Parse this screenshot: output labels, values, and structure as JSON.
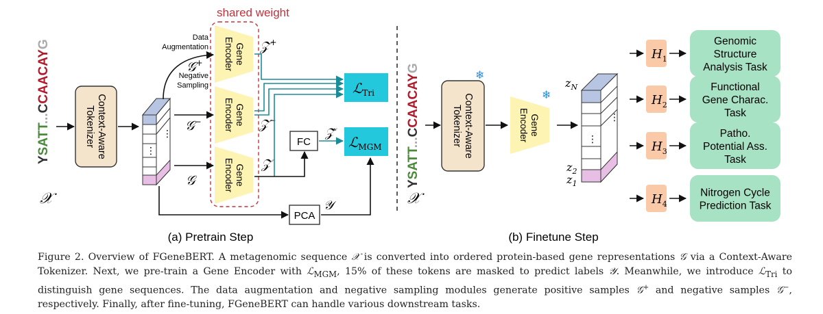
{
  "pretrain": {
    "sequence": {
      "a": "Y",
      "b": "SATT",
      "c": "...",
      "d": "C",
      "e": "CAACAY",
      "f": "G"
    },
    "x_symbol": "𝒳",
    "tokenizer_line1": "Context-Aware",
    "tokenizer_line2": "Tokenizer",
    "shared_weight": "shared weight",
    "data_aug_line1": "Data",
    "data_aug_line2": "Augmentation",
    "neg_samp_line1": "Negative",
    "neg_samp_line2": "Sampling",
    "encoder_line1": "Gene",
    "encoder_line2": "Encoder",
    "g_plus": "𝒢",
    "g_minus": "𝒢",
    "g_plain": "𝒢",
    "plus_sup": "+",
    "minus_sup": "−",
    "z_symbol": "𝒵",
    "z_hat": "𝒵̂",
    "y_symbol": "𝒴",
    "loss_L": "ℒ",
    "loss_tri_sub": "Tri",
    "loss_mgm_sub": "MGM",
    "fc": "FC",
    "pca": "PCA",
    "matrix_dots": "⋮",
    "title": "(a) Pretrain Step"
  },
  "finetune": {
    "sequence": {
      "a": "Y",
      "b": "SATT",
      "c": "...",
      "d": "C",
      "e": "CAACAY",
      "f": "G"
    },
    "x_symbol": "𝒳",
    "tokenizer_line1": "Context-Aware",
    "tokenizer_line2": "Tokenizer",
    "snowflake": "❄",
    "encoder_line1": "Gene",
    "encoder_line2": "Encoder",
    "zN": "z",
    "zN_sub": "N",
    "z2": "z",
    "z2_sub": "2",
    "z1": "z",
    "z1_sub": "1",
    "heads": [
      {
        "label": "H",
        "sub": "1",
        "task": [
          "Genomic",
          "Structure",
          "Analysis Task"
        ]
      },
      {
        "label": "H",
        "sub": "2",
        "task": [
          "Functional",
          "Gene Charac.",
          "Task"
        ]
      },
      {
        "label": "H",
        "sub": "3",
        "task": [
          "Patho.",
          "Potential Ass.",
          "Task"
        ]
      },
      {
        "label": "H",
        "sub": "4",
        "task": [
          "Nitrogen Cycle",
          "Prediction Task"
        ]
      }
    ],
    "title": "(b) Finetune Step"
  },
  "caption": {
    "p1": "Figure 2. Overview of FGeneBERT. A metagenomic sequence ",
    "x": "𝒳",
    "p2": " is converted into ordered protein-based gene representations ",
    "g": "𝒢",
    "p3": " via a Context-Aware Tokenizer. Next, we pre-train a Gene Encoder with ",
    "l1": "ℒ",
    "l1_sub": "MGM",
    "p4": ", 15% of these tokens are masked to predict labels ",
    "y": "𝒴",
    "p5": ". Meanwhile, we introduce ",
    "l2": "ℒ",
    "l2_sub": "Tri",
    "p6": " to distinguish gene sequences. The data augmentation and negative sampling modules generate positive samples ",
    "gp": "𝒢",
    "gp_sup": "+",
    "p7": " and negative samples ",
    "gm": "𝒢",
    "gm_sup": "−",
    "p8": ", respectively. Finally, after fine-tuning, FGeneBERT can handle various downstream tasks."
  },
  "colors": {
    "tokenizer_fill": "#f5e4cc",
    "encoder_fill": "#fdf4b4",
    "loss_fill": "#24c8dc",
    "head_fill": "#f9c9a8",
    "task_fill": "#a8e2c4",
    "matrix_top": "#b7c4e2",
    "matrix_bottom": "#e8bfe4",
    "teal_arrow": "#1a8c98",
    "shared_red": "#c0323c",
    "snowflake": "#2a8fd8",
    "seq_red": "#b01a2a",
    "seq_green": "#4a8a3a",
    "seq_grey": "#aaaaaa",
    "seq_dark": "#333333"
  }
}
